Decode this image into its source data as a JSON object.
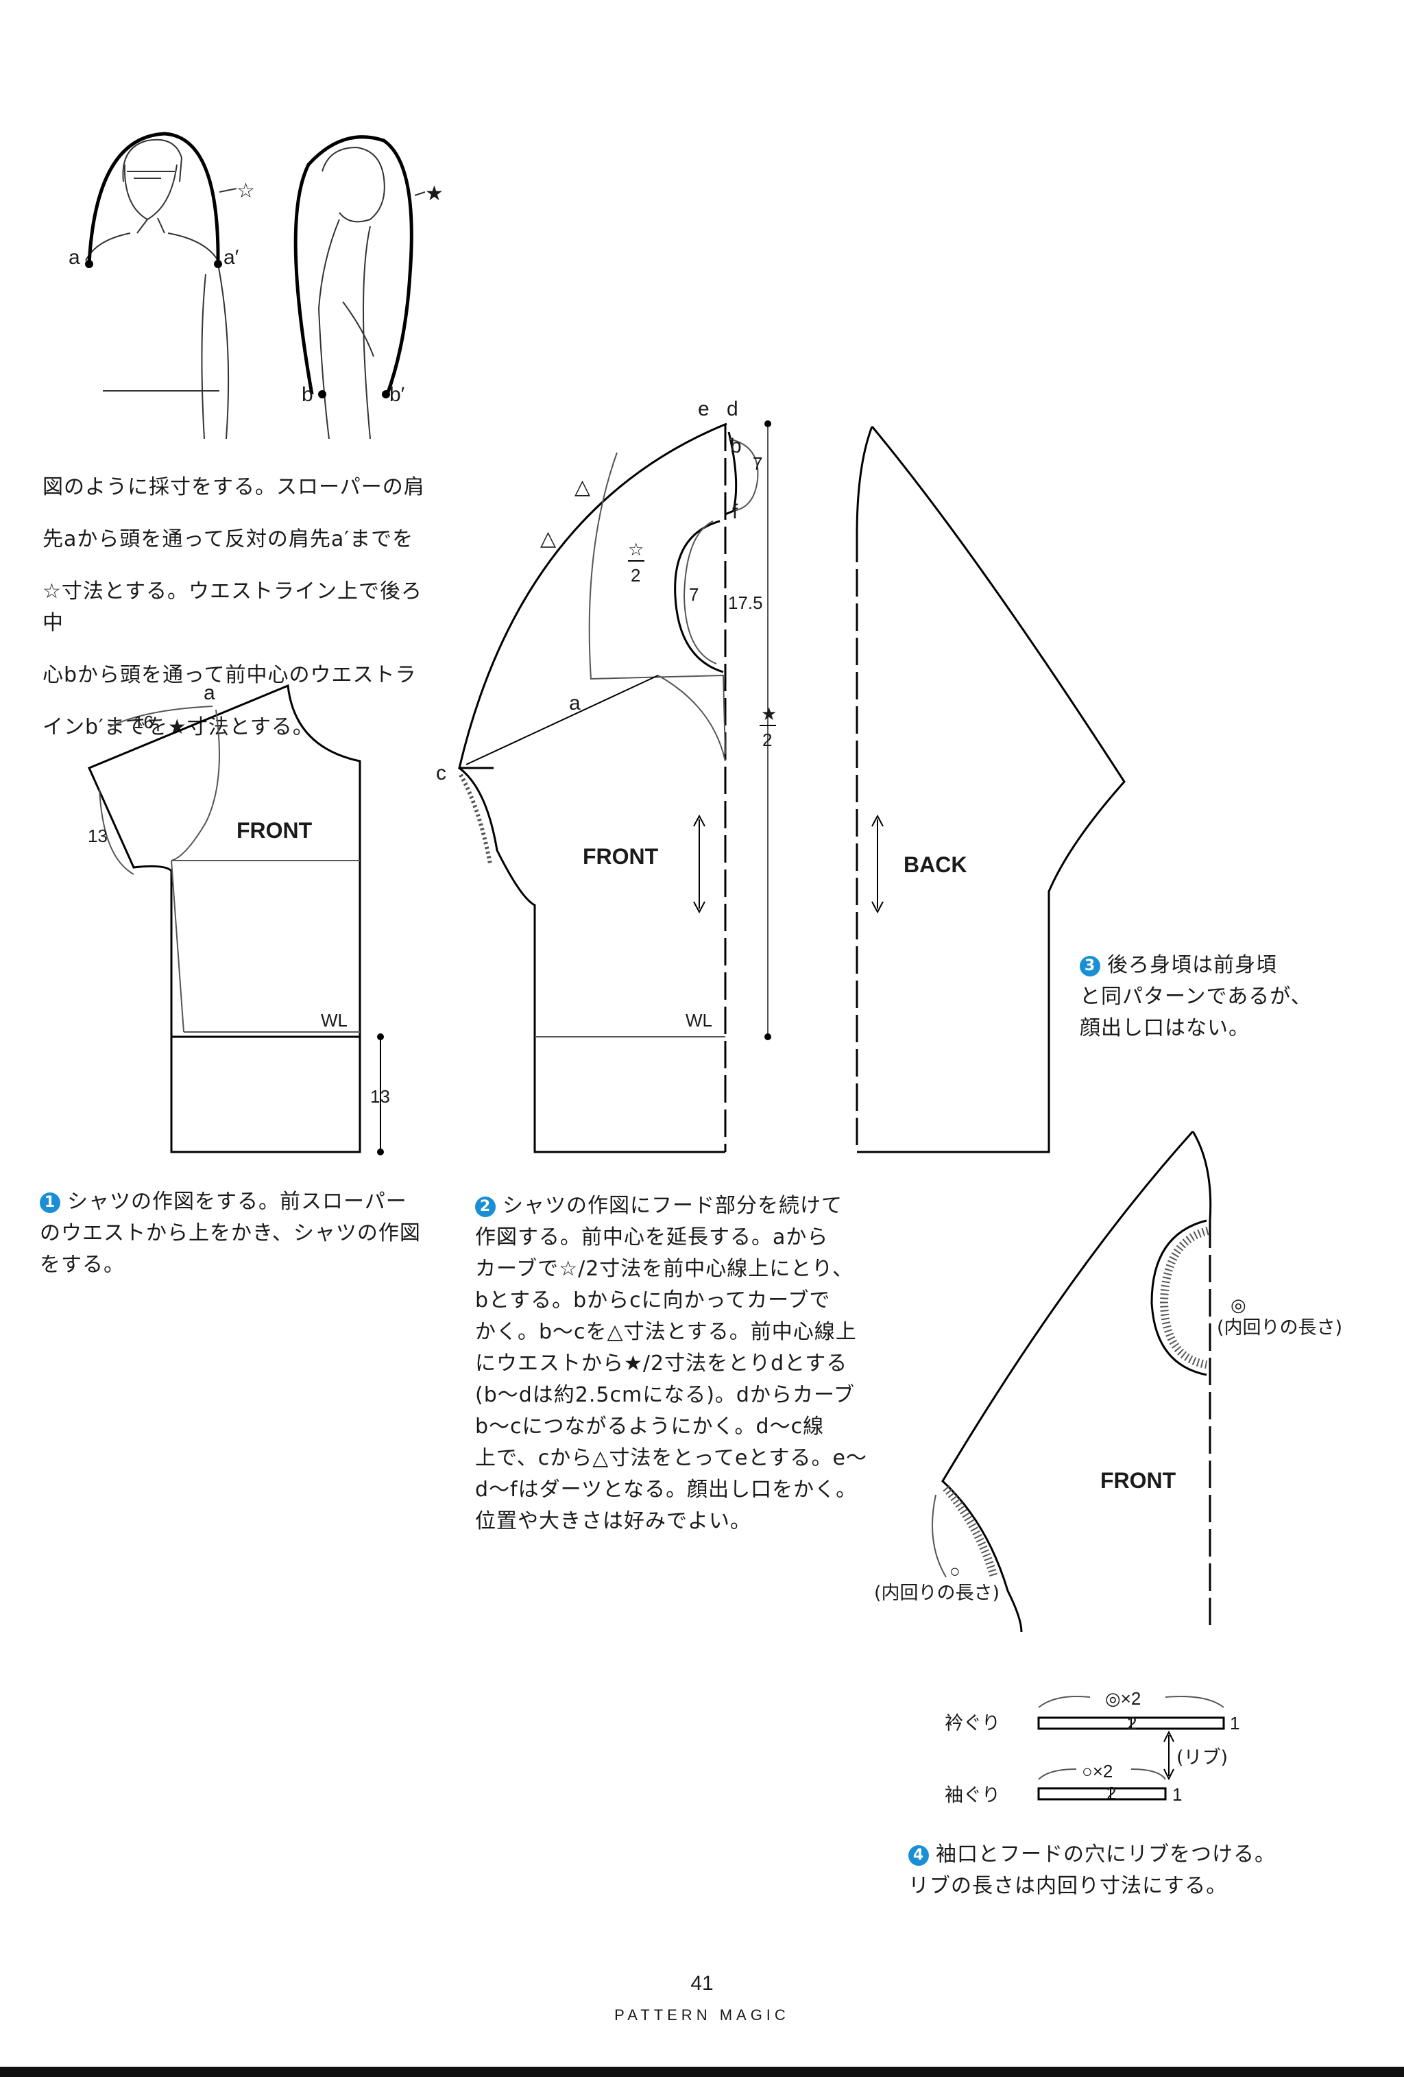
{
  "measure_note": [
    "図のように採寸をする。スローパーの肩",
    "先aから頭を通って反対の肩先a′までを",
    "☆寸法とする。ウエストライン上で後ろ中",
    "心bから頭を通って前中心のウエストラ",
    "インb′までを★寸法とする。"
  ],
  "step1": {
    "number": "1",
    "lines": [
      "シャツの作図をする。前スローパー",
      "のウエストから上をかき、シャツの作図",
      "をする。"
    ]
  },
  "step2": {
    "number": "2",
    "lines": [
      "シャツの作図にフード部分を続けて",
      "作図する。前中心を延長する。aから",
      "カーブで☆/2寸法を前中心線上にとり、",
      "bとする。bからcに向かってカーブで",
      "かく。b〜cを△寸法とする。前中心線上",
      "にウエストから★/2寸法をとりdとする",
      "(b〜dは約2.5cmになる)。dからカーブ",
      "b〜cにつながるようにかく。d〜c線",
      "上で、cから△寸法をとってeとする。e〜",
      "d〜fはダーツとなる。顔出し口をかく。",
      "位置や大きさは好みでよい。"
    ]
  },
  "step3": {
    "number": "3",
    "lines": [
      "後ろ身頃は前身頃",
      "と同パターンであるが、",
      "顔出し口はない。"
    ]
  },
  "step4": {
    "number": "4",
    "lines": [
      "袖口とフードの穴にリブをつける。",
      "リブの長さは内回り寸法にする。"
    ]
  },
  "fig_measure": {
    "a": "a",
    "a_prime": "a′",
    "b": "b",
    "b_prime": "b′",
    "white_star": "☆",
    "black_star": "★"
  },
  "fig1": {
    "a": "a",
    "dim_16": "16",
    "dim_13_side": "13",
    "front": "FRONT",
    "wl": "WL",
    "dim_13_bottom": "13"
  },
  "fig2": {
    "e": "e",
    "d": "d",
    "b": "b",
    "dim_7_top": "7",
    "f": "f",
    "tri_1": "△",
    "tri_2": "△",
    "star_half_sym": "☆",
    "half_den": "2",
    "dim_7_face": "7",
    "dim_175": "17.5",
    "a": "a",
    "c": "c",
    "front": "FRONT",
    "wl": "WL",
    "bstar_sym": "★",
    "bstar_den": "2"
  },
  "fig3": {
    "back": "BACK"
  },
  "fig4": {
    "double_circle": "◎",
    "inner_len_top": "(内回りの長さ)",
    "front": "FRONT",
    "circle": "○",
    "inner_len_bottom": "(内回りの長さ)"
  },
  "rib": {
    "collar_label": "衿ぐり",
    "collar_dim": "◎×2",
    "one_a": "1",
    "two_a": "2",
    "rib_note": "(リブ)",
    "sleeve_label": "袖ぐり",
    "sleeve_dim": "○×2",
    "two_b": "2",
    "one_b": "1"
  },
  "footer": {
    "page_number": "41",
    "book_title": "PATTERN MAGIC"
  }
}
